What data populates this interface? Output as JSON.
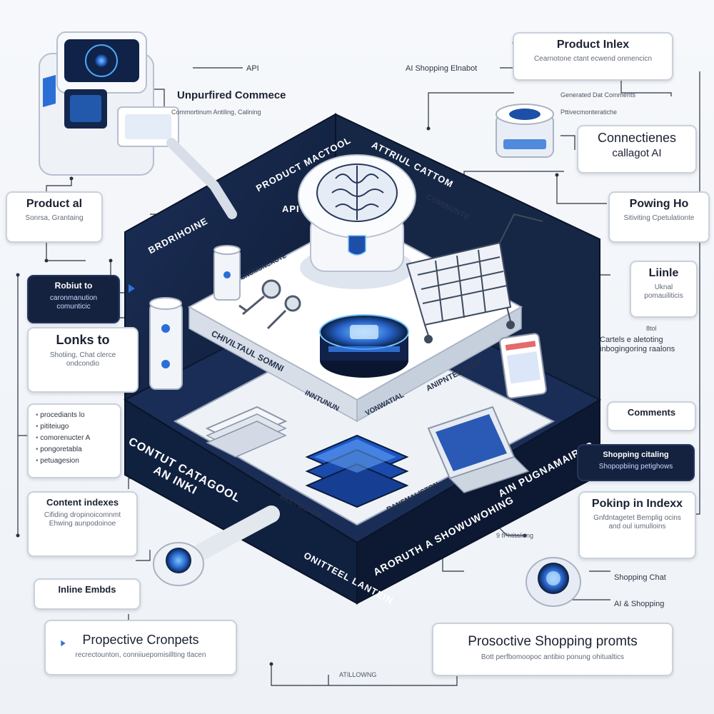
{
  "diagram": {
    "cards": {
      "product_index": {
        "title": "Product Inlex",
        "subtitle": "Cearnotone ctant ecwend onmencicn"
      },
      "connectiences": {
        "title": "Connectienes",
        "subtitle": "callagot AI"
      },
      "product_al": {
        "title": "Product al",
        "subtitle": "Sonrsa, Grantaing"
      },
      "powing_ho": {
        "title": "Powing Ho",
        "subtitle": "Sitiviting Cpetulationte"
      },
      "robust_to": {
        "title": "Robiut to",
        "subtitle": "caronmanution comunticic"
      },
      "linkle": {
        "title": "Liinle",
        "subtitle": "Uknal pomauiliticis"
      },
      "links_to": {
        "title": "Lonks to",
        "subtitle": "Shotiing, Chat clerce ondcondio"
      },
      "comments": {
        "title": "Comments"
      },
      "shopping_chatting": {
        "title": "Shopping citaling",
        "subtitle": "Shopopbiing petighows"
      },
      "content_indexes": {
        "title": "Content indexes",
        "subtitle": "Cifiding dropinoicomnmt Ehwing aunpodoinoe"
      },
      "pokinp_index": {
        "title": "Pokinp in Indexx",
        "subtitle": "Gnfdntagetet Bemplig ocins and oul iumulloins"
      },
      "inline_embeds": {
        "title": "Inline Embds"
      },
      "prospective_cronpets": {
        "title": "Propective Cronpets",
        "subtitle": "recrectounton, conniiuepomisillting tlacen"
      },
      "prospective_shopping": {
        "title": "Prosoctive Shopping promts",
        "subtitle": "Bott perfbomoopoc antibio ponung ohitualtics"
      }
    },
    "list_card_items": [
      "procediants lo",
      "pititeiugo",
      "comorenucter A",
      "pongoretabla",
      "petuagesion"
    ],
    "labels": {
      "api": "API",
      "ai_shopping_chatbot": "AI Shopping Elnabot",
      "unparfired_commerce": "Unpurfired Commece",
      "commerce_sub": "Commortinum Antiling, Calining",
      "genereted_dat": "Generated Dat Comments",
      "ptaiverm": "Pttivecmonteratiche",
      "cartels_indexing": "Cartels e aletoting inbogingoring raalons",
      "dot_label": "8tol",
      "shopping_chat": "Shopping Chat",
      "ai_shopping": "AI & Shopping",
      "ai_shopping_left": "9 fPhtitaliung",
      "altillowing": "ATILLOWNG"
    },
    "wall_labels": {
      "product_catool": "PRODUCT MACTOOL",
      "attrial_custom": "ATTRIUL CATTOM",
      "api_small": "API",
      "brdrihoine": "BRDRIHOINE",
      "conteut_catool": "CONTUT CATAGOOL",
      "an_inki": "AN INKI",
      "ai_puaunaripp": "AIN PUGNAMAIRRP",
      "onitteel_lantein": "ONITTEEL LANTEIN",
      "aroruth_showhoing": "ARORUTH A SHOWUWOHING"
    },
    "platform_labels": {
      "chiviltaul_sdomni": "CHIVILTAUL SOMNI",
      "onimnunaiaue": "CNUMUNCAUTE",
      "conntionti": "COMINUNTE",
      "anipntedator": "ANIPNTEDATOR",
      "vonwatial": "VONWATIAL",
      "inntunun": "INNTUNUN",
      "bkeygcaes": "BKEYGCAES",
      "ransmaliston": "RANSMALISTON"
    },
    "colors": {
      "navy": "#14223f",
      "accent_blue": "#2d73d8",
      "glow_blue": "#49a8ff",
      "background": "#f3f5f9"
    }
  }
}
